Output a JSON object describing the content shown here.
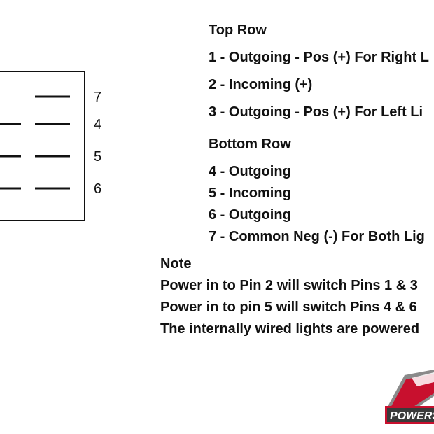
{
  "pins": {
    "p7": "7",
    "p4": "4",
    "p5": "5",
    "p6": "6"
  },
  "top_row": {
    "heading": "Top Row",
    "items": [
      "1 - Outgoing - Pos (+) For Right L",
      "2 - Incoming (+)",
      "3 - Outgoing - Pos (+) For Left Li"
    ]
  },
  "bottom_row": {
    "heading": "Bottom Row",
    "items": [
      "4 - Outgoing",
      "5 - Incoming",
      "6 - Outgoing",
      "7 - Common Neg (-) For Both Lig"
    ]
  },
  "note": {
    "heading": "Note",
    "lines": [
      "Power in to Pin 2 will switch Pins 1 & 3",
      "Power in to pin 5 will switch Pins 4 & 6",
      "The internally wired lights are powered"
    ]
  },
  "logo": {
    "text": "POWERS",
    "colors": {
      "red": "#c8102e",
      "gray": "#8a8a8a",
      "dark": "#3a3a3a"
    }
  }
}
